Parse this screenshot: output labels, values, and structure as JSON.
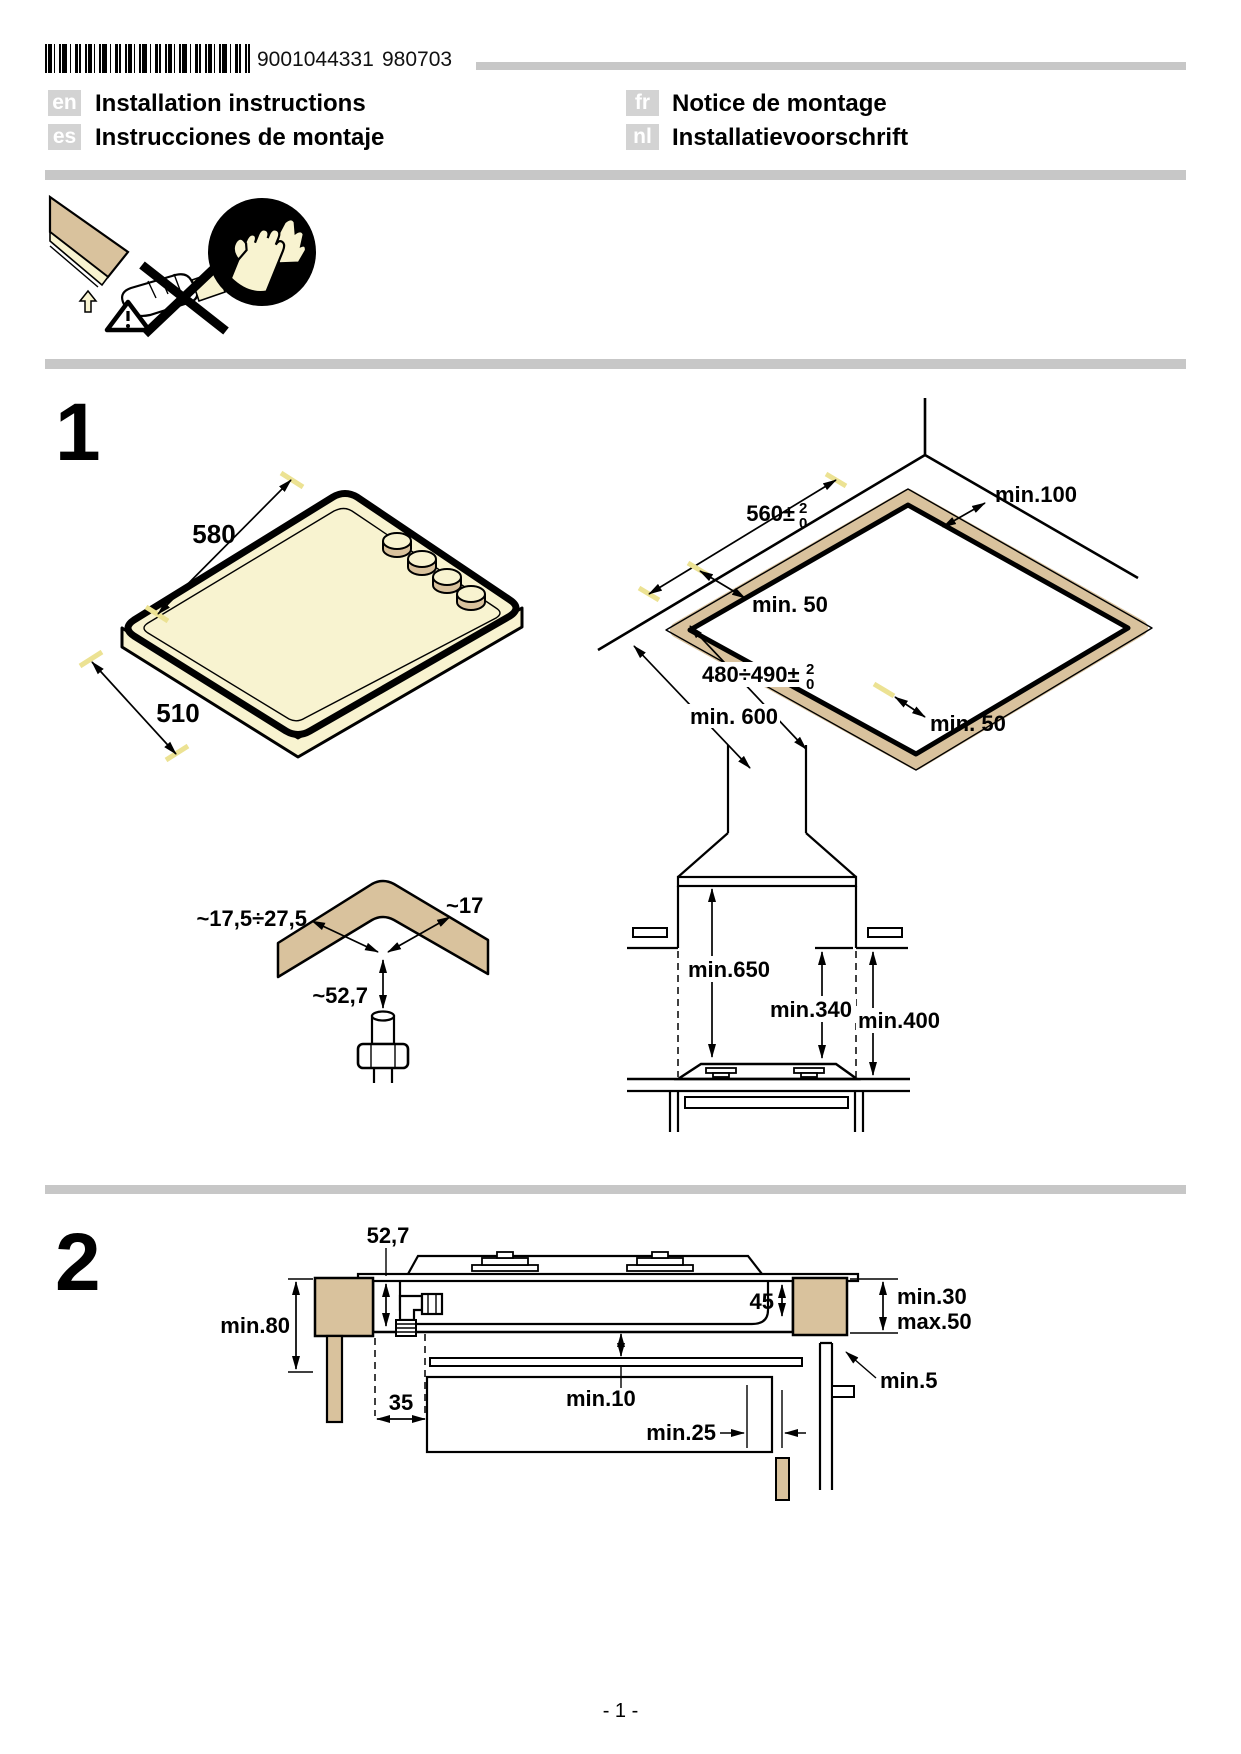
{
  "header": {
    "barcode_number": "9001044331",
    "date_code": "980703"
  },
  "languages": [
    {
      "code": "en",
      "label": "Installation instructions"
    },
    {
      "code": "es",
      "label": "Instrucciones de montaje"
    },
    {
      "code": "fr",
      "label": "Notice de montage"
    },
    {
      "code": "nl",
      "label": "Installatievoorschrift"
    }
  ],
  "icons": {
    "left": "do-not-lift-hob-by-edge-warning-icon",
    "right": "wear-protective-gloves-icon"
  },
  "section1": {
    "number": "1",
    "hob": {
      "width": "580",
      "depth": "510"
    },
    "cutout": {
      "width": "560±",
      "width_sup": "2",
      "width_sub": "0",
      "rear": "min.100",
      "side": "min. 50",
      "depth": "480÷490±",
      "depth_sup": "2",
      "depth_sub": "0",
      "worktop": "min. 600",
      "front": "min. 50"
    },
    "corner": {
      "left": "~17,5÷27,5",
      "right": "~17",
      "gas": "~52,7"
    },
    "clearance": {
      "hood": "min.650",
      "cabinet": "min.340",
      "wall": "min.400"
    }
  },
  "section2": {
    "number": "2",
    "gas_offset": "52,7",
    "body_depth": "45",
    "worktop_min": "min.30",
    "worktop_max": "max.50",
    "niche": "min.80",
    "gap": "min.5",
    "side": "35",
    "vent": "min.10",
    "rear": "min.25"
  },
  "page_footer": "- 1 -",
  "colors": {
    "tan": "#d9c29d",
    "cream": "#f8f3d0",
    "gray_bar": "#c7c7c7"
  }
}
